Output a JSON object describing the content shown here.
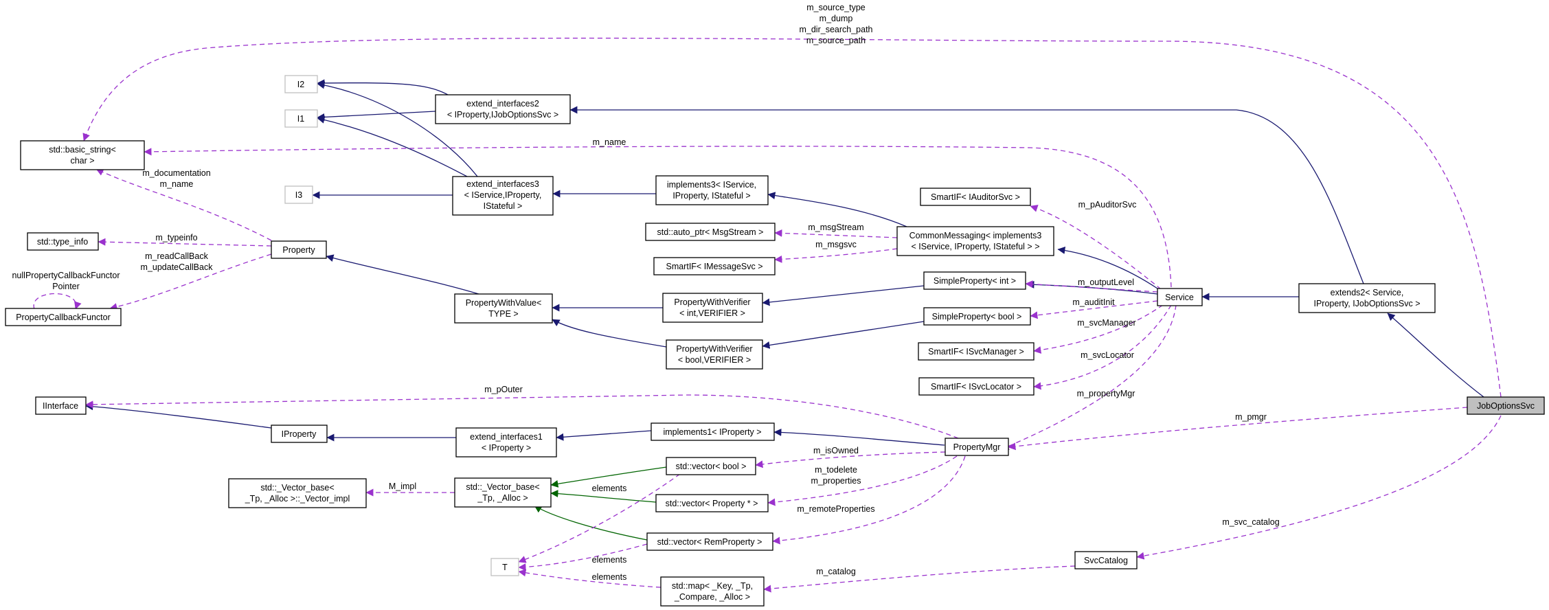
{
  "nodes": {
    "basic_string": [
      "std::basic_string<",
      "char >"
    ],
    "type_info": [
      "std::type_info"
    ],
    "prop_cb": [
      "PropertyCallbackFunctor"
    ],
    "property": [
      "Property"
    ],
    "i2": [
      "I2"
    ],
    "i1": [
      "I1"
    ],
    "i3": [
      "I3"
    ],
    "ext_if2": [
      "extend_interfaces2",
      "< IProperty,IJobOptionsSvc >"
    ],
    "ext_if3": [
      "extend_interfaces3",
      "< IService,IProperty,",
      "IStateful >"
    ],
    "impl3": [
      "implements3< IService,",
      "IProperty, IStateful >"
    ],
    "auto_ptr": [
      "std::auto_ptr< MsgStream >"
    ],
    "smartif_msg": [
      "SmartIF< IMessageSvc >"
    ],
    "common_msg": [
      "CommonMessaging< implements3",
      "< IService, IProperty, IStateful > >"
    ],
    "smartif_auditor": [
      "SmartIF< IAuditorSvc >"
    ],
    "simple_int": [
      "SimpleProperty< int >"
    ],
    "simple_bool": [
      "SimpleProperty< bool >"
    ],
    "smartif_svcmgr": [
      "SmartIF< ISvcManager >"
    ],
    "smartif_svcloc": [
      "SmartIF< ISvcLocator >"
    ],
    "prop_with_value": [
      "PropertyWithValue<",
      "TYPE >"
    ],
    "pwv_int": [
      "PropertyWithVerifier",
      "< int,VERIFIER >"
    ],
    "pwv_bool": [
      "PropertyWithVerifier",
      "< bool,VERIFIER >"
    ],
    "service": [
      "Service"
    ],
    "extends2": [
      "extends2< Service,",
      "IProperty, IJobOptionsSvc >"
    ],
    "jobopts": [
      "JobOptionsSvc"
    ],
    "iinterface": [
      "IInterface"
    ],
    "iproperty": [
      "IProperty"
    ],
    "ext_if1": [
      "extend_interfaces1",
      "< IProperty >"
    ],
    "impl1": [
      "implements1< IProperty >"
    ],
    "propmgr": [
      "PropertyMgr"
    ],
    "vector_impl": [
      "std::_Vector_base<",
      "_Tp, _Alloc >::_Vector_impl"
    ],
    "vector_base": [
      "std::_Vector_base<",
      "_Tp, _Alloc >"
    ],
    "vec_bool": [
      "std::vector< bool >"
    ],
    "vec_propptr": [
      "std::vector< Property * >"
    ],
    "vec_remprop": [
      "std::vector< RemProperty >"
    ],
    "t": [
      "T"
    ],
    "stdmap": [
      "std::map< _Key, _Tp,",
      "_Compare, _Alloc >"
    ],
    "svccatalog": [
      "SvcCatalog"
    ]
  },
  "edge_labels": {
    "jobopts_basic_string": [
      "m_source_type",
      "m_dump",
      "m_dir_search_path",
      "m_source_path"
    ],
    "service_basic_string": [
      "m_name"
    ],
    "property_basic_string": [
      "m_documentation",
      "m_name"
    ],
    "property_type_info": [
      "m_typeinfo"
    ],
    "property_prop_cb": [
      "m_readCallBack",
      "m_updateCallBack"
    ],
    "prop_cb_self": [
      "nullPropertyCallbackFunctor",
      "Pointer"
    ],
    "common_auto_ptr": [
      "m_msgStream"
    ],
    "common_smartif_msg": [
      "m_msgsvc"
    ],
    "service_smartif_auditor": [
      "m_pAuditorSvc"
    ],
    "service_simple_int": [
      "m_outputLevel"
    ],
    "service_simple_bool": [
      "m_auditInit"
    ],
    "service_smartif_svcmgr": [
      "m_svcManager"
    ],
    "service_smartif_svcloc": [
      "m_svcLocator"
    ],
    "service_propmgr": [
      "m_propertyMgr"
    ],
    "propmgr_iinterface": [
      "m_pOuter"
    ],
    "jobopts_propmgr": [
      "m_pmgr"
    ],
    "propmgr_vec_bool": [
      "m_isOwned"
    ],
    "propmgr_vec_propptr": [
      "m_todelete",
      "m_properties"
    ],
    "propmgr_vec_remprop": [
      "m_remoteProperties"
    ],
    "vector_base_impl": [
      "M_impl"
    ],
    "vec_bool_t": [
      "elements"
    ],
    "vec_remprop_t": [
      "elements"
    ],
    "stdmap_t": [
      "elements"
    ],
    "svccatalog_stdmap": [
      "m_catalog"
    ],
    "jobopts_svccatalog": [
      "m_svc_catalog"
    ]
  },
  "colors": {
    "inheritance": "#191970",
    "template_instance": "#006400",
    "usage": "#9a32cd",
    "focus_fill": "#bfbfbf",
    "ghost_border": "#bfbfbf"
  }
}
